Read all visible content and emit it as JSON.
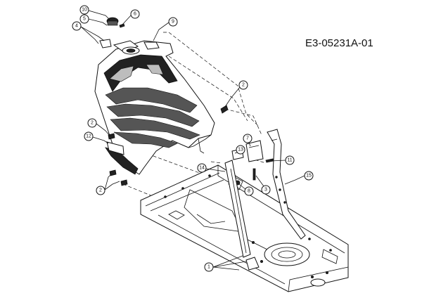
{
  "drawing_code": "E3-05231A-01",
  "callouts": [
    {
      "id": "c10",
      "text": "10"
    },
    {
      "id": "c5",
      "text": "5"
    },
    {
      "id": "c6",
      "text": "6"
    },
    {
      "id": "c4",
      "text": "4"
    },
    {
      "id": "c9",
      "text": "9"
    },
    {
      "id": "c2a",
      "text": "2"
    },
    {
      "id": "c2b",
      "text": "2"
    },
    {
      "id": "c12",
      "text": "12"
    },
    {
      "id": "c2c",
      "text": "2"
    },
    {
      "id": "c7",
      "text": "7"
    },
    {
      "id": "c13",
      "text": "13"
    },
    {
      "id": "c11",
      "text": "11"
    },
    {
      "id": "c14",
      "text": "14"
    },
    {
      "id": "c15",
      "text": "15"
    },
    {
      "id": "c3",
      "text": "3"
    },
    {
      "id": "c8",
      "text": "8"
    },
    {
      "id": "c1",
      "text": "1"
    }
  ]
}
